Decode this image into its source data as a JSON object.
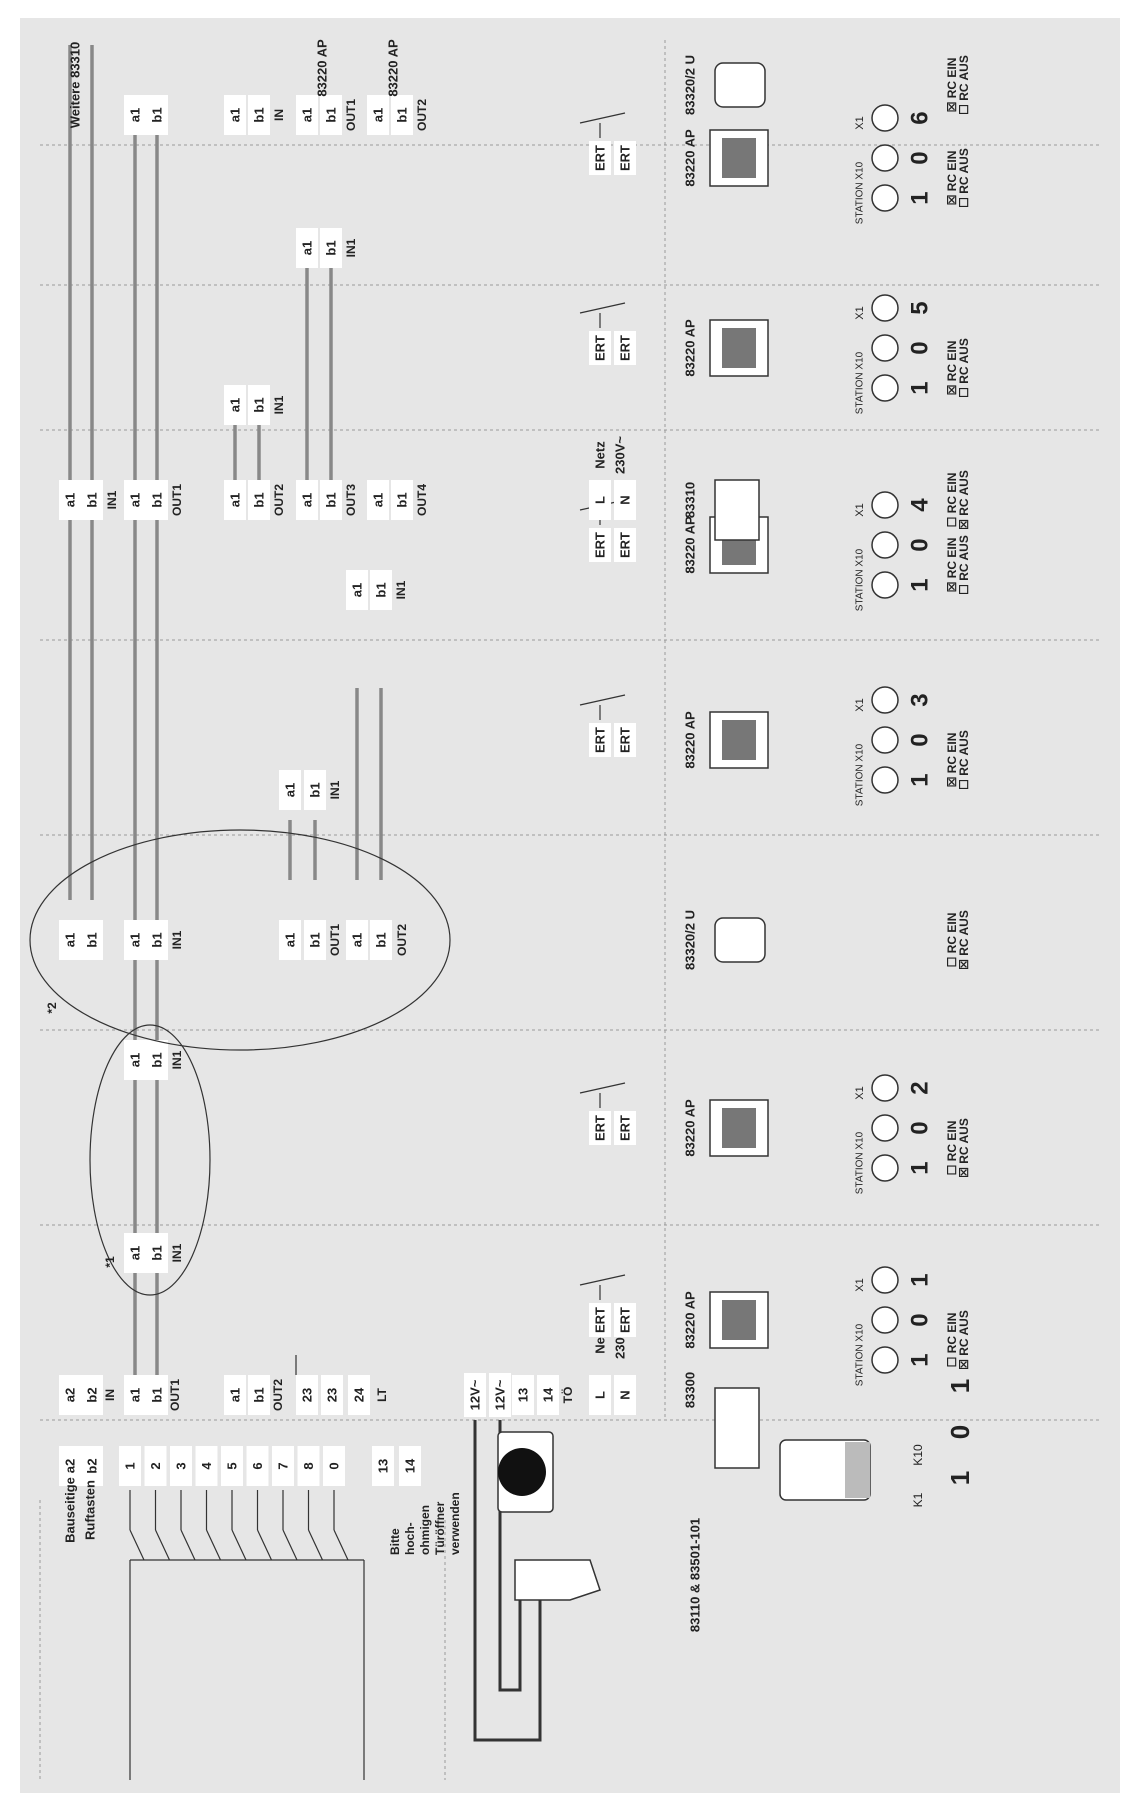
{
  "devices": {
    "door_station": {
      "name": "83110 & 83501-101",
      "k10": "K10",
      "k1": "K1",
      "digits": [
        "1",
        "0",
        "1"
      ]
    },
    "controller": {
      "name": "83300",
      "netz": "Netz",
      "voltage": "230V~"
    },
    "switch": {
      "name": "83310",
      "netz": "Netz",
      "voltage": "230V~"
    },
    "monitor": {
      "name": "83220 AP",
      "ert": "ERT"
    },
    "distributor": {
      "name": "83320/2 U"
    }
  },
  "labels": {
    "bauseitige": "Bauseitige",
    "ruftasten": "Ruftasten",
    "bitte": [
      "Bitte",
      "hoch-",
      "ohmigen",
      "Türöffner",
      "verwenden"
    ],
    "weitere": "Weitere 83310",
    "outlet_83220": "83220 AP",
    "marker1": "*1",
    "marker2": "*2",
    "station": "STATION X10",
    "x1": "X1",
    "rc_ein": "RC EIN",
    "rc_aus": "RC AUS",
    "lt": "LT",
    "to": "TÖ"
  },
  "terminals": {
    "call_buttons": [
      "1",
      "2",
      "3",
      "4",
      "5",
      "6",
      "7",
      "8",
      "0"
    ],
    "t13": "13",
    "t14": "14",
    "a1": "a1",
    "b1": "b1",
    "a2": "a2",
    "b2": "b2",
    "in": "IN",
    "in1": "IN1",
    "out1": "OUT1",
    "out2": "OUT2",
    "out3": "OUT3",
    "out4": "OUT4",
    "t23": "23",
    "t24": "24",
    "v12": "12V~",
    "L": "L",
    "N": "N"
  },
  "stations": [
    {
      "digits": [
        "1",
        "0",
        "1"
      ],
      "rc": "aus"
    },
    {
      "digits": [
        "1",
        "0",
        "2"
      ],
      "rc": "aus"
    },
    {
      "digits": [
        "1",
        "0",
        "3"
      ],
      "rc": "ein"
    },
    {
      "digits": [
        "1",
        "0",
        "4"
      ],
      "rc": "ein"
    },
    {
      "digits": [
        "1",
        "0",
        "5"
      ],
      "rc": "ein"
    },
    {
      "digits": [
        "1",
        "0",
        "6"
      ],
      "rc": "ein"
    }
  ],
  "rc_settings": {
    "distributor_1": "aus",
    "switch": "aus",
    "distributor_2": "ein"
  },
  "colors": {
    "background": "#e6e6e6",
    "wire": "#888888",
    "line": "#222222",
    "box": "#ffffff"
  }
}
